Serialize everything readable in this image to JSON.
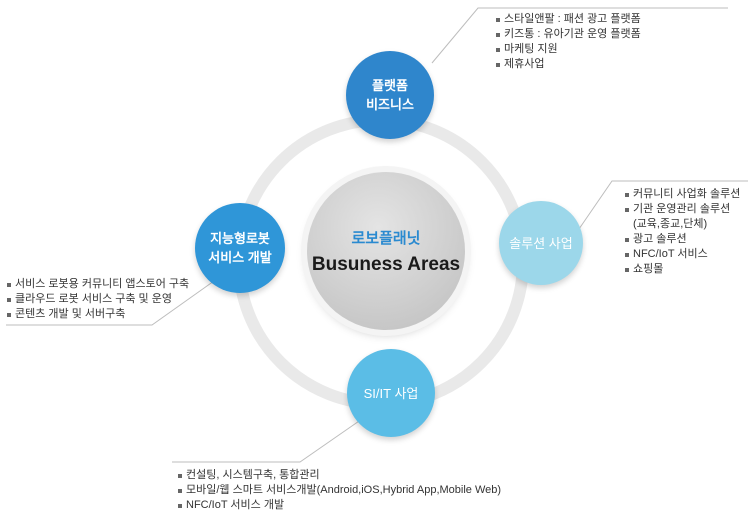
{
  "center": {
    "subtitle": "로보플래닛",
    "title": "Busuness Areas"
  },
  "nodes": {
    "top": {
      "line1": "플랫폼",
      "line2": "비즈니스"
    },
    "left": {
      "line1": "지능형로봇",
      "line2": "서비스 개발"
    },
    "right": {
      "line1": "솔루션 사업"
    },
    "bottom": {
      "line1": "SI/IT 사업"
    }
  },
  "lists": {
    "top": [
      "스타일앤팔 : 패션 광고 플랫폼",
      "키즈통 : 유아기관 운영 플랫폼",
      "마케팅 지원",
      "제휴사업"
    ],
    "right": [
      "커뮤니티 사업화 솔루션",
      "기관 운영관리 솔루션",
      "(교육,종교,단체)",
      "광고 솔루션",
      "NFC/IoT 서비스",
      "쇼핑몰"
    ],
    "left": [
      "서비스 로봇용 커뮤니티 앱스토어 구축",
      "클라우드 로봇 서비스 구축 및 운영",
      "콘텐츠 개발 및 서버구축"
    ],
    "bottom": [
      "컨설팅, 시스템구축, 통합관리",
      "모바일/웹 스마트 서비스개발(Android,iOS,Hybrid App,Mobile Web)",
      "NFC/IoT 서비스 개발"
    ]
  },
  "colors": {
    "top": "#2f86cc",
    "left": "#2f96d8",
    "right": "#9cd7ea",
    "bottom": "#5bbde6",
    "ring": "#e9e9e9",
    "center_subtitle": "#2a8ad0"
  }
}
